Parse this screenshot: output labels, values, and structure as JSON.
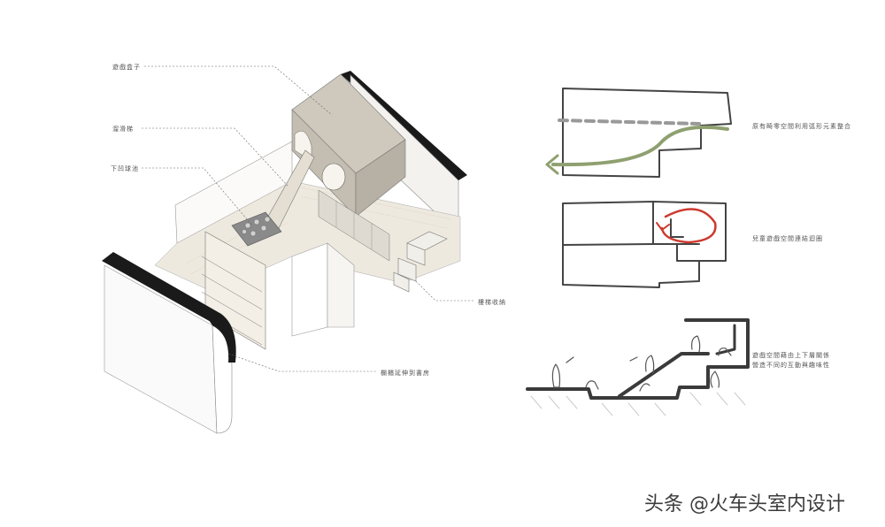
{
  "labels": {
    "game_box": "遊戲盒子",
    "slide": "溜滑梯",
    "sunken_pit": "下凹球池",
    "stair_storage": "樓梯收納",
    "railing_bookshelf": "欄櫃延伸到書房"
  },
  "notes": {
    "note1": "原有畸零空間利用弧形元素整合",
    "note2": "兒童遊戲空間連結迴圈",
    "note3_line1": "遊戲空間藉由上下層關係",
    "note3_line2": "營造不同的互動與趣味性"
  },
  "watermark": "头条 @火车头室内设计",
  "colors": {
    "line": "#555555",
    "dark_wall": "#1a1a1a",
    "box_gray": "#c9c3b8",
    "floor_wood": "#eee9df",
    "green_arrow": "#8fa070",
    "red_loop": "#cc3a2e",
    "pencil": "#444444"
  }
}
